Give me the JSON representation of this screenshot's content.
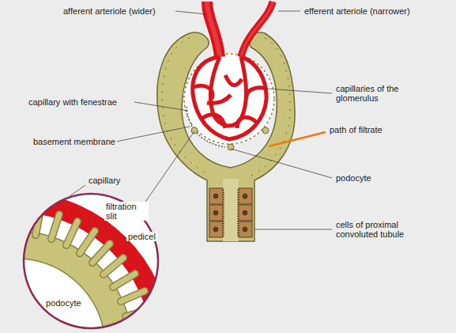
{
  "diagram": {
    "labels": [
      "afferent arteriole (wider)",
      "efferent arteriole (narrower)",
      "capillaries of the glomerulus",
      "capillary with fenestrae",
      "path of filtrate",
      "basement membrane",
      "podocyte",
      "cells of proximal convoluted tubule",
      "capillary",
      "filtration slit",
      "pedicel",
      "podocyte"
    ]
  }
}
